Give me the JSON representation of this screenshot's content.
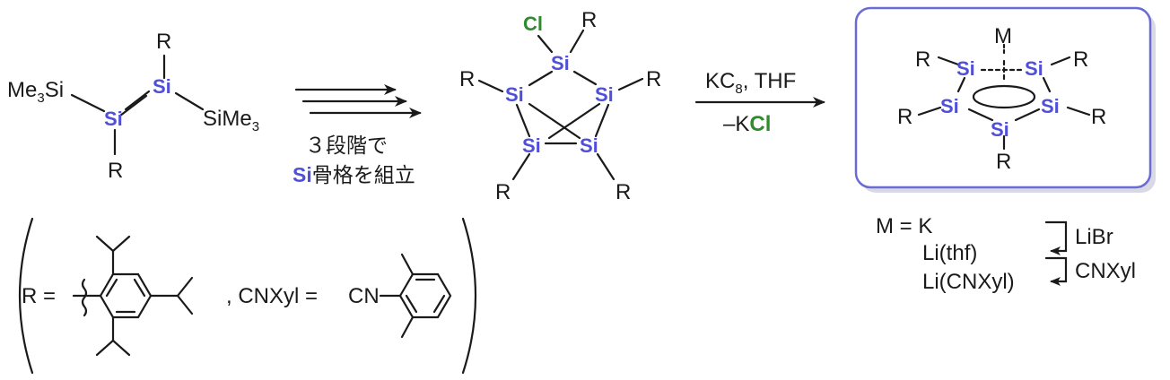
{
  "colors": {
    "silicon": "#4f4fd9",
    "chlorine": "#2e8b2e",
    "box_border": "#6b6bd6",
    "bond": "#1a1a1a"
  },
  "disilene": {
    "left_substituent": "Me",
    "left_sub_index": "3",
    "left_si": "Si",
    "right_si": "Si",
    "right_substituent_si": "SiMe",
    "right_sub_index": "3",
    "r_top": "R",
    "r_bottom": "R"
  },
  "step1": {
    "line1": "３段階で",
    "line2_si": "Si",
    "line2_rest": "骨格を組立"
  },
  "bicyclo": {
    "cl": "Cl",
    "r_top": "R",
    "r_left": "R",
    "r_right": "R",
    "r_bl": "R",
    "r_br": "R",
    "si_top": "Si",
    "si_left": "Si",
    "si_right": "Si",
    "si_bl": "Si",
    "si_br": "Si"
  },
  "step2": {
    "reagent": "KC",
    "reagent_index": "8",
    "solvent": ", THF",
    "byproduct_prefix": "–K",
    "byproduct_cl": "Cl"
  },
  "product": {
    "metal": "M",
    "si_labels": [
      "Si",
      "Si",
      "Si",
      "Si",
      "Si"
    ],
    "r_labels": [
      "R",
      "R",
      "R",
      "R",
      "R"
    ]
  },
  "metals": {
    "line1": "M = K",
    "line2": "Li(thf)",
    "line3": "Li(CNXyl)",
    "reagent1": "LiBr",
    "reagent2": "CNXyl"
  },
  "legend": {
    "r_label": "R = ",
    "cnxyl_label": ", CNXyl = ",
    "cn_label": "CN"
  }
}
